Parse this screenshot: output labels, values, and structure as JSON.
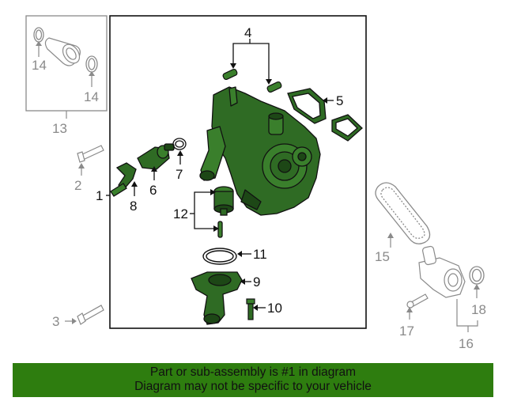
{
  "callouts": {
    "c1": "1",
    "c2": "2",
    "c3": "3",
    "c4": "4",
    "c5": "5",
    "c6": "6",
    "c7": "7",
    "c8": "8",
    "c9": "9",
    "c10": "10",
    "c11": "11",
    "c12": "12",
    "c13": "13",
    "c14a": "14",
    "c14b": "14",
    "c15": "15",
    "c16": "16",
    "c17": "17",
    "c18": "18"
  },
  "footer": {
    "line1": "Part or sub-assembly is #1 in diagram",
    "line2": "Diagram may not be specific to your vehicle"
  },
  "colors": {
    "part_fill": "#2f6b24",
    "part_dark": "#1d4716",
    "outline": "#111111",
    "grey_line": "#8a8a8a",
    "footer_bg": "#2e7d0f"
  }
}
